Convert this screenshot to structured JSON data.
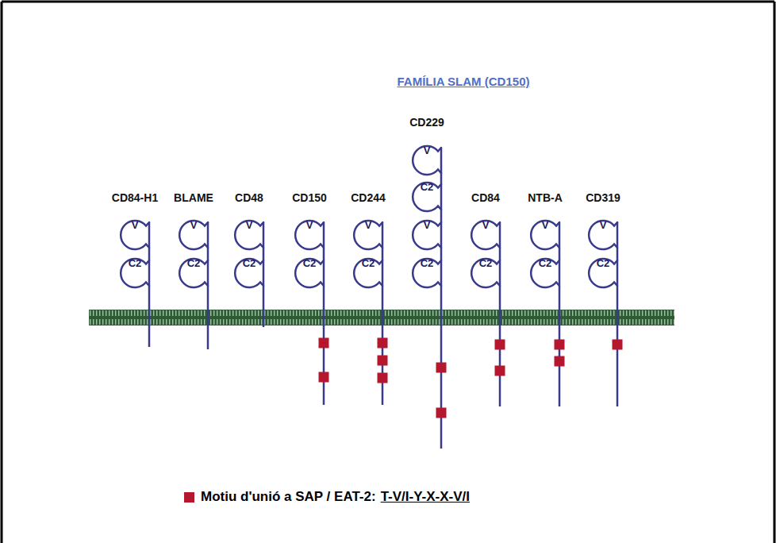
{
  "diagram": {
    "title": "FAMÍLIA SLAM (CD150)",
    "nodes": [
      {
        "text": [
          "CD84-H1"
        ]
      },
      {
        "text": [
          "V"
        ],
        "in": 0
      },
      {
        "text": [
          "C2"
        ],
        "in": 0
      },
      {
        "text": [
          "BLAME"
        ]
      },
      {
        "text": [
          "V"
        ],
        "in": 3
      },
      {
        "text": [
          "C2"
        ],
        "in": 3
      },
      {
        "text": [
          "CD48"
        ]
      },
      {
        "text": [
          "V"
        ],
        "in": 6
      },
      {
        "text": [
          "C2"
        ],
        "in": 6
      },
      {
        "text": [
          "CD150"
        ]
      },
      {
        "text": [
          "V"
        ],
        "in": 9
      },
      {
        "text": [
          "C2"
        ],
        "in": 9
      },
      {
        "text": [
          "CD244"
        ]
      },
      {
        "text": [
          "V"
        ],
        "in": 12
      },
      {
        "text": [
          "C2"
        ],
        "in": 12
      },
      {
        "text": [
          "CD229"
        ]
      },
      {
        "text": [
          "V"
        ],
        "in": 15
      },
      {
        "text": [
          "C2"
        ],
        "in": 15
      },
      {
        "text": [
          "V"
        ],
        "in": 15
      },
      {
        "text": [
          "C2"
        ],
        "in": 15
      },
      {
        "text": [
          "CD84"
        ]
      },
      {
        "text": [
          "V"
        ],
        "in": 20
      },
      {
        "text": [
          "C2"
        ],
        "in": 20
      },
      {
        "text": [
          "NTB-A"
        ]
      },
      {
        "text": [
          "V"
        ],
        "in": 23
      },
      {
        "text": [
          "C2"
        ],
        "in": 23
      },
      {
        "text": [
          "CD319"
        ]
      },
      {
        "text": [
          "V"
        ],
        "in": 26
      },
      {
        "text": [
          "C2"
        ],
        "in": 26
      }
    ],
    "labels": [
      "T-V/I-Y-X-X-V/I"
    ],
    "legend": [
      {
        "text": "Motiu d'unió a SAP / EAT-2:",
        "color": "#b5172f"
      }
    ]
  }
}
